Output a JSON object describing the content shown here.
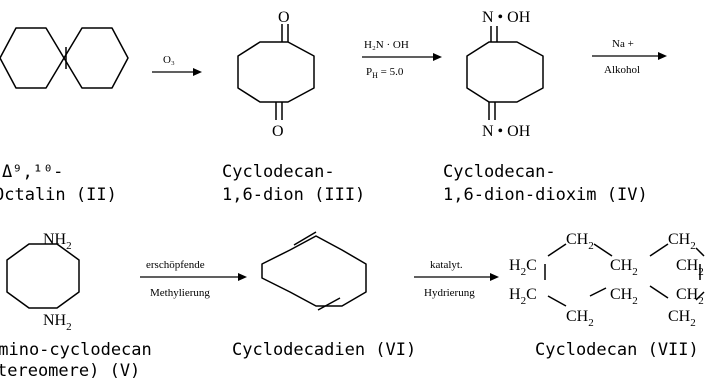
{
  "compounds": [
    {
      "id": "II",
      "label_lines": [
        "Δ⁹,¹⁰-",
        "Octalin (II)"
      ]
    },
    {
      "id": "III",
      "label_lines": [
        "Cyclodecan-",
        "1,6-dion (III)"
      ]
    },
    {
      "id": "IV",
      "label_lines": [
        "Cyclodecan-",
        "1,6-dion-dioxim (IV)"
      ]
    },
    {
      "id": "V",
      "label_lines": [
        "amino-cyclodecan",
        "tereomere) (V)"
      ]
    },
    {
      "id": "VI",
      "label_lines": [
        "Cyclodecadien (VI)"
      ]
    },
    {
      "id": "VII",
      "label_lines": [
        "Cyclodecan (VII)"
      ]
    }
  ],
  "reagents": {
    "r1": {
      "above": "O₃",
      "below": ""
    },
    "r2": {
      "above": "H₂N · OH",
      "below": "P",
      "below_sub": "H",
      "below_rest": " = 5.0"
    },
    "r3": {
      "above": "Na +",
      "below": "Alkohol"
    },
    "r4": {
      "above": "erschöpfende",
      "below": "Methylierung"
    },
    "r5": {
      "above": "katalyt.",
      "below": "Hydrierung"
    }
  },
  "atoms": {
    "oxygen": "O",
    "oxime_group": "N • OH",
    "amine_base": "NH",
    "amine_sub": "2",
    "carbon": "C",
    "hydrogen": "H",
    "methylene_base": "CH",
    "methylene_sub": "2",
    "h_sub": "2"
  }
}
